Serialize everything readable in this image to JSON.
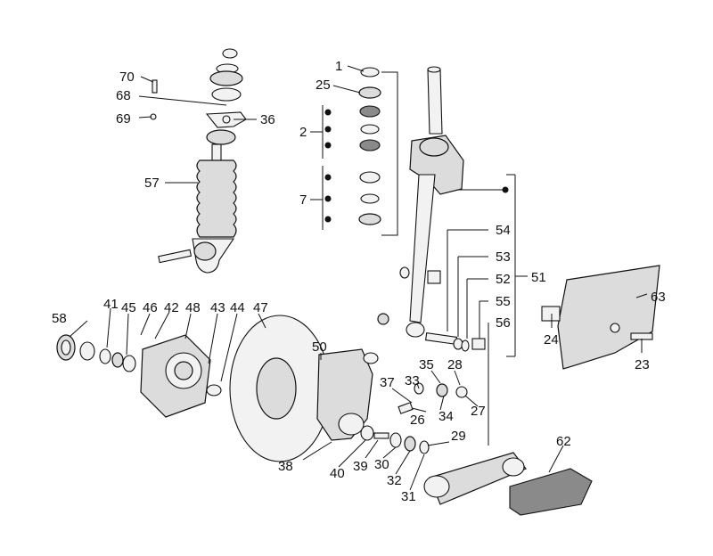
{
  "diagram": {
    "type": "exploded parts view",
    "callouts": [
      "1",
      "2",
      "7",
      "23",
      "24",
      "25",
      "26",
      "27",
      "28",
      "29",
      "30",
      "31",
      "32",
      "33",
      "34",
      "35",
      "36",
      "37",
      "38",
      "39",
      "40",
      "41",
      "42",
      "43",
      "44",
      "45",
      "46",
      "47",
      "48",
      "50",
      "51",
      "52",
      "53",
      "54",
      "55",
      "56",
      "57",
      "58",
      "62",
      "63",
      "68",
      "69",
      "70"
    ]
  }
}
